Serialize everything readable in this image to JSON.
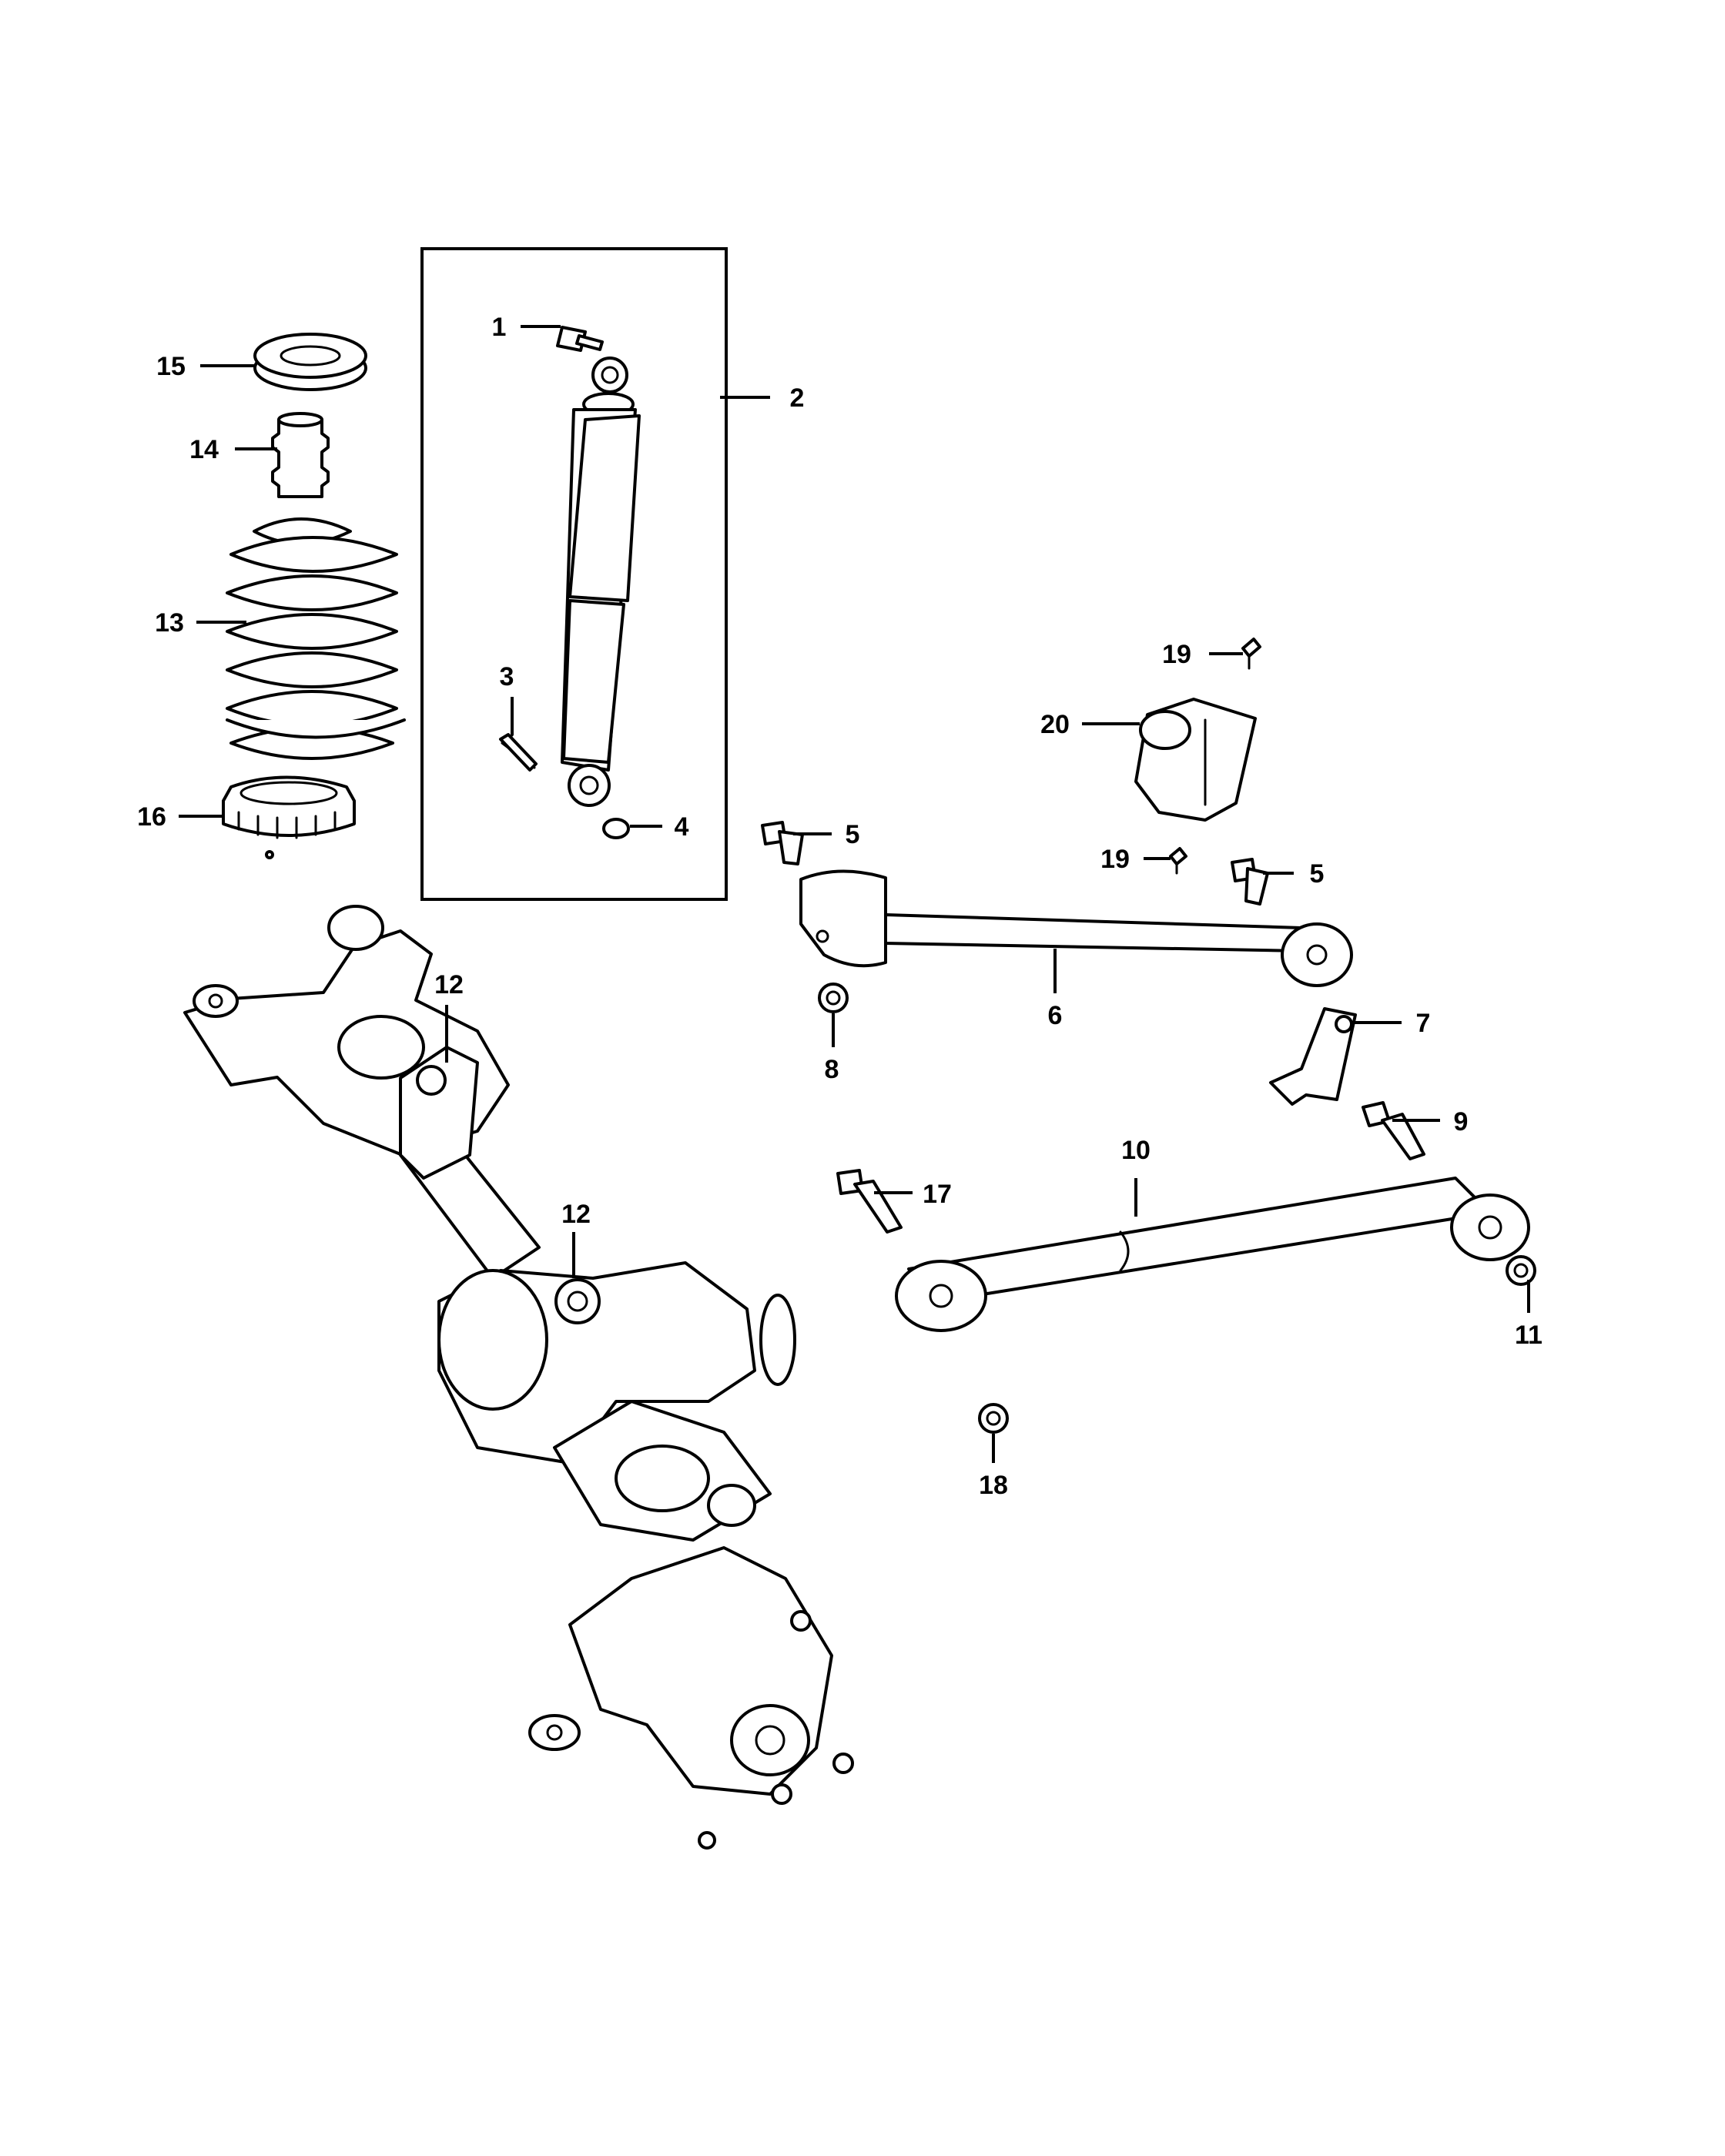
{
  "callouts": [
    {
      "id": "c1",
      "label": "1"
    },
    {
      "id": "c2",
      "label": "2"
    },
    {
      "id": "c3",
      "label": "3"
    },
    {
      "id": "c4",
      "label": "4"
    },
    {
      "id": "c5a",
      "label": "5"
    },
    {
      "id": "c5b",
      "label": "5"
    },
    {
      "id": "c6",
      "label": "6"
    },
    {
      "id": "c7",
      "label": "7"
    },
    {
      "id": "c8",
      "label": "8"
    },
    {
      "id": "c9",
      "label": "9"
    },
    {
      "id": "c10",
      "label": "10"
    },
    {
      "id": "c11",
      "label": "11"
    },
    {
      "id": "c12a",
      "label": "12"
    },
    {
      "id": "c12b",
      "label": "12"
    },
    {
      "id": "c13",
      "label": "13"
    },
    {
      "id": "c14",
      "label": "14"
    },
    {
      "id": "c15",
      "label": "15"
    },
    {
      "id": "c16",
      "label": "16"
    },
    {
      "id": "c17",
      "label": "17"
    },
    {
      "id": "c18",
      "label": "18"
    },
    {
      "id": "c19a",
      "label": "19"
    },
    {
      "id": "c19b",
      "label": "19"
    },
    {
      "id": "c20",
      "label": "20"
    }
  ]
}
